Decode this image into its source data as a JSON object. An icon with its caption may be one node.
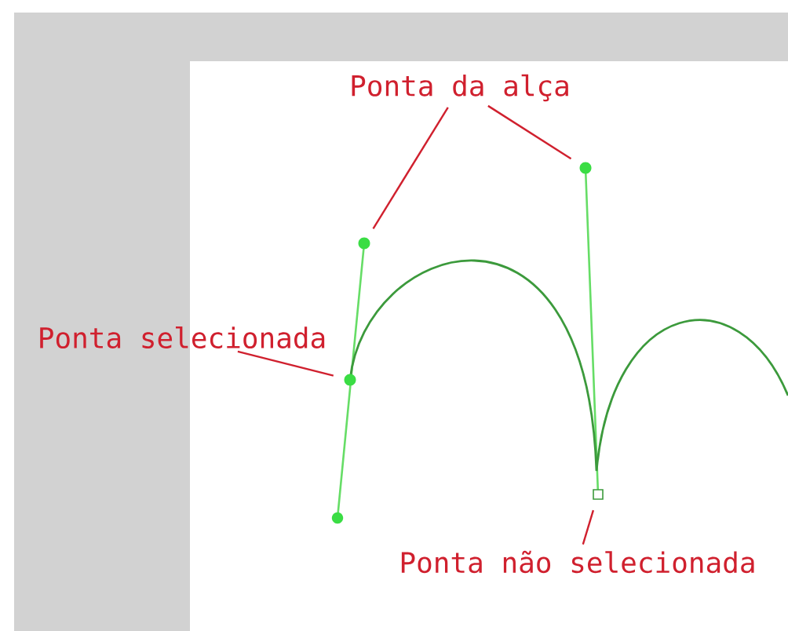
{
  "diagram": {
    "nodes": [
      {
        "text": [
          "Ponta da alça"
        ]
      },
      {
        "text": [
          "Ponta selecionada"
        ]
      },
      {
        "text": [
          "Ponta não selecionada"
        ]
      },
      {
        "text": [],
        "shape": "circle"
      },
      {
        "text": [],
        "shape": "circle"
      },
      {
        "text": [],
        "shape": "circle"
      },
      {
        "text": [],
        "shape": "box"
      }
    ],
    "edges": [
      {
        "from": 0,
        "to": 4,
        "arrow": "none"
      },
      {
        "from": 0,
        "to": 5,
        "arrow": "none"
      },
      {
        "from": 1,
        "to": 3,
        "arrow": "none"
      },
      {
        "from": 2,
        "to": 6,
        "arrow": "none"
      }
    ]
  }
}
